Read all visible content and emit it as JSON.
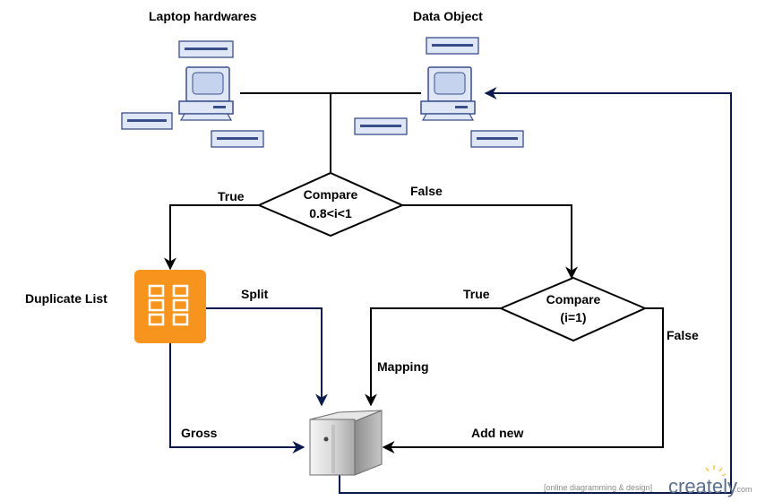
{
  "nodes": {
    "laptop_hardwares": "Laptop hardwares",
    "data_object": "Data Object",
    "compare1": {
      "line1": "Compare",
      "line2": "0.8<i<1"
    },
    "compare2": {
      "line1": "Compare",
      "line2": "(i=1)"
    },
    "duplicate_list": "Duplicate List"
  },
  "edges": {
    "true1": "True",
    "false1": "False",
    "split": "Split",
    "true2": "True",
    "false2": "False",
    "mapping": "Mapping",
    "gross": "Gross",
    "add_new": "Add new"
  },
  "watermark": {
    "tagline": "[online diagramming & design]",
    "brand": "creately",
    "suffix": ".com"
  },
  "colors": {
    "line": "#000000",
    "line_dark_blue": "#0b1a4d",
    "duplicate_list_fill": "#f7941d",
    "computer_fill": "#dfe6f5",
    "computer_stroke": "#3a4f8a",
    "brand": "#5a6f8c"
  }
}
